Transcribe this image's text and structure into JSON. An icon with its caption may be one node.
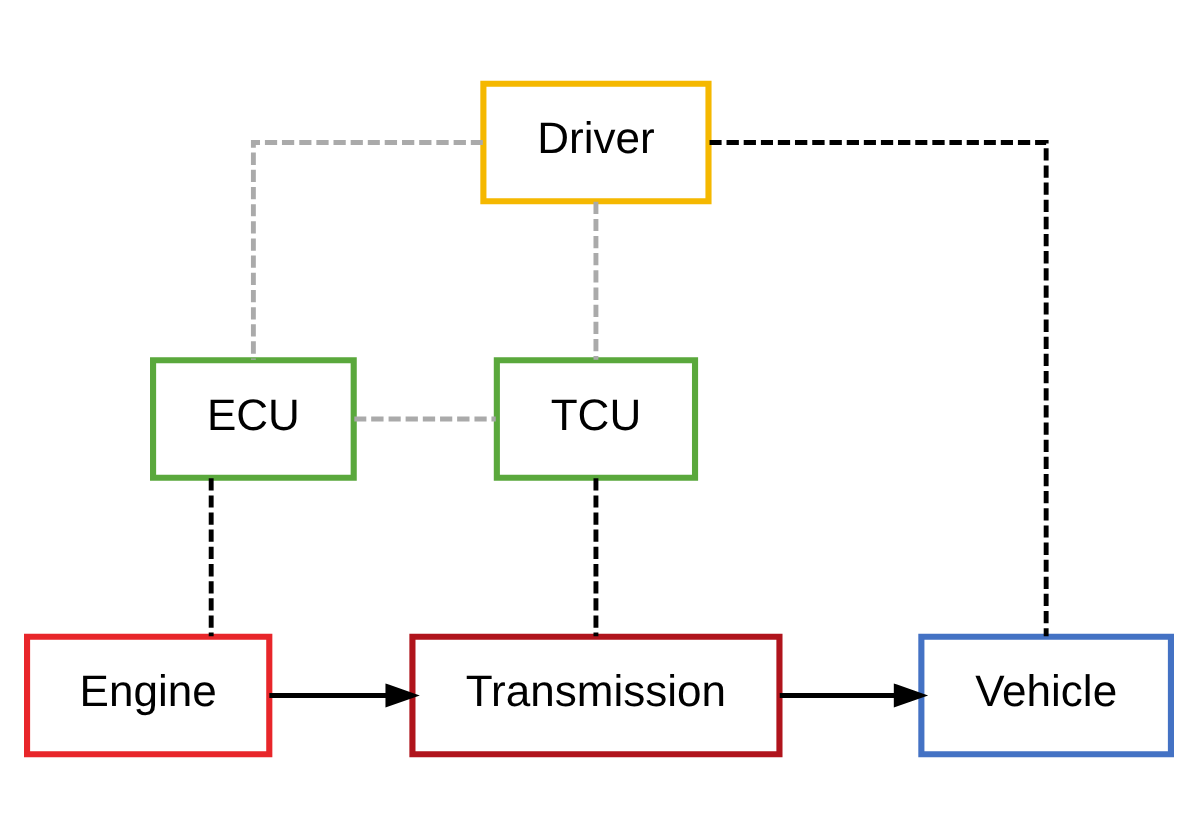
{
  "diagram": {
    "nodes": [
      {
        "text": [
          "Driver"
        ]
      },
      {
        "text": [
          "ECU"
        ]
      },
      {
        "text": [
          "TCU"
        ]
      },
      {
        "text": [
          "Engine"
        ]
      },
      {
        "text": [
          "Transmission"
        ]
      },
      {
        "text": [
          "Vehicle"
        ]
      }
    ],
    "edges": [
      {
        "from": 0,
        "to": 1,
        "arrow": "none",
        "style": "dashed",
        "color": "#aaaaaa"
      },
      {
        "from": 0,
        "to": 2,
        "arrow": "none",
        "style": "dashed",
        "color": "#aaaaaa"
      },
      {
        "from": 0,
        "to": 5,
        "arrow": "none",
        "style": "dashed"
      },
      {
        "from": 1,
        "to": 2,
        "arrow": "none",
        "style": "dashed",
        "color": "#aaaaaa"
      },
      {
        "from": 1,
        "to": 3,
        "arrow": "none",
        "style": "dashed"
      },
      {
        "from": 2,
        "to": 4,
        "arrow": "none",
        "style": "dashed"
      },
      {
        "from": 3,
        "to": 4,
        "arrow": "to"
      },
      {
        "from": 4,
        "to": 5,
        "arrow": "to"
      }
    ]
  }
}
